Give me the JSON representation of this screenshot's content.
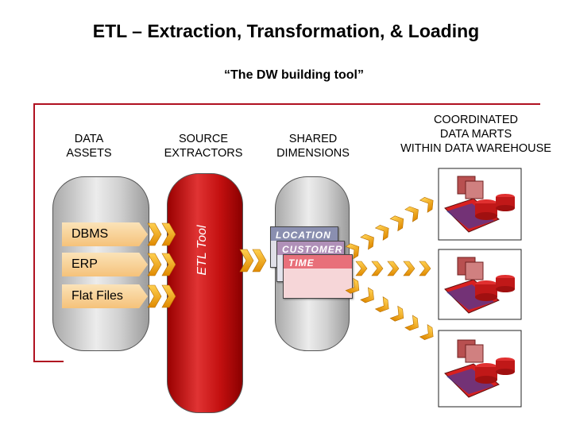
{
  "title": "ETL – Extraction, Transformation, & Loading",
  "subtitle": "“The DW building tool”",
  "columns": {
    "data_assets": [
      "DATA",
      "ASSETS"
    ],
    "source_extractors": [
      "SOURCE",
      "EXTRACTORS"
    ],
    "shared_dimensions": [
      "SHARED",
      "DIMENSIONS"
    ],
    "coordinated": [
      "COORDINATED",
      "DATA MARTS",
      "WITHIN DATA WAREHOUSE"
    ]
  },
  "sources": [
    "DBMS",
    "ERP",
    "Flat Files"
  ],
  "etl_tool": "ETL Tool",
  "dimensions": [
    "LOCATION",
    "CUSTOMER",
    "TIME"
  ],
  "colors": {
    "accent_red": "#b01020",
    "arrow_orange": "#f5a000",
    "card_pink": "#e8707a"
  }
}
